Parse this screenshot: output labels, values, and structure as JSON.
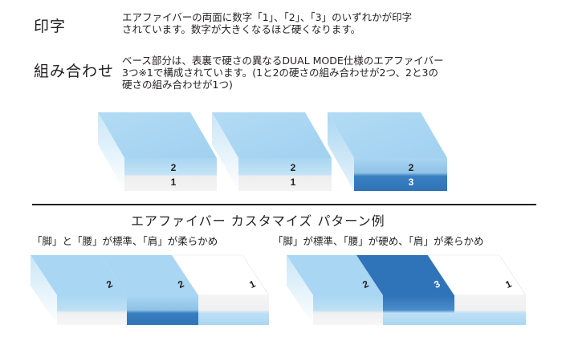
{
  "print_section": {
    "term": "印字",
    "lines": [
      "エアファイバーの両面に数字「1」、「2」、「3」のいずれかが印字",
      "されています。数字が大きくなるほど硬くなります。"
    ]
  },
  "combination_section": {
    "term": "組み合わせ",
    "lines": [
      "ベース部分は、表裏で硬さの異なるDUAL MODE仕様のエアファイバー",
      "3つ※1で構成されています。(1と2の硬さの組み合わせが2つ、2と3の",
      "硬さの組み合わせが1つ)"
    ]
  },
  "blocks": [
    {
      "top": "2",
      "bottom": "1"
    },
    {
      "top": "2",
      "bottom": "1"
    },
    {
      "top": "2",
      "bottom": "3"
    }
  ],
  "customize": {
    "title": "エアファイバー カスタマイズ パターン例",
    "examples": [
      {
        "caption": "「脚」と「腰」が標準、「肩」が柔らかめ",
        "labels": [
          "2",
          "2",
          "1"
        ]
      },
      {
        "caption": "「脚」が標準、「腰」が硬め、「肩」が柔らかめ",
        "labels": [
          "2",
          "3",
          "1"
        ]
      }
    ]
  },
  "colors": {
    "light_blue": "#a9d6f2",
    "dark_blue": "#2f73b8",
    "white_layer": "#f2f2f2"
  }
}
